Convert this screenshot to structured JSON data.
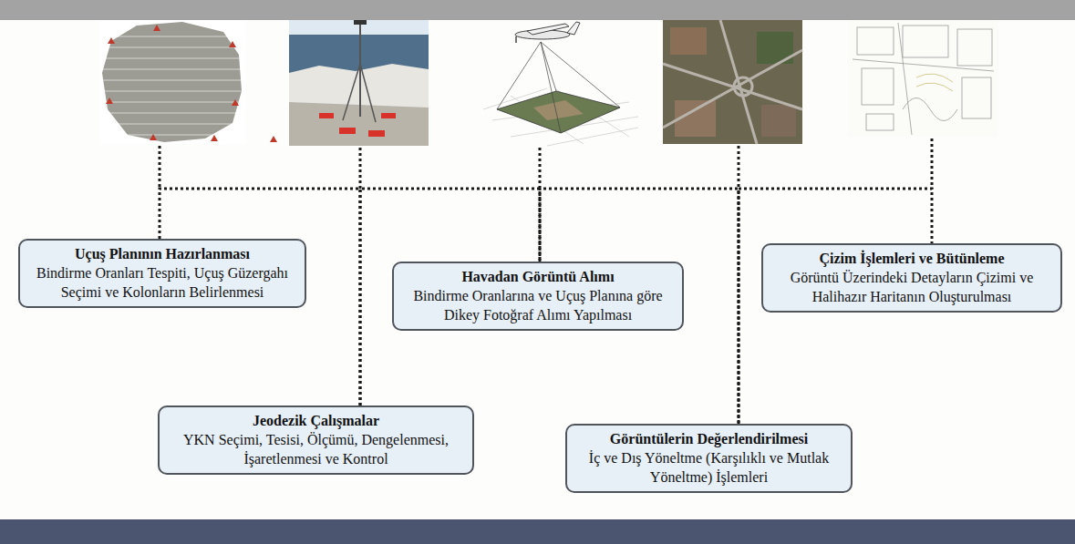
{
  "diagram": {
    "nodes": [
      {
        "text": [
          "Uçuş Planının Hazırlanması",
          "Bindirme Oranları Tespiti, Uçuş Güzergahı Seçimi ve Kolonların Belirlenmesi"
        ]
      },
      {
        "text": [
          "Jeodezik Çalışmalar",
          "YKN Seçimi, Tesisi, Ölçümü, Dengelenmesi, İşaretlenmesi ve Kontrol"
        ]
      },
      {
        "text": [
          "Havadan Görüntü Alımı",
          "Bindirme Oranlarına ve Uçuş Planına göre Dikey Fotoğraf Alımı Yapılması"
        ]
      },
      {
        "text": [
          "Görüntülerin Değerlendirilmesi",
          "İç ve Dış Yöneltme (Karşılıklı ve Mutlak Yöneltme) İşlemleri"
        ]
      },
      {
        "text": [
          "Çizim İşlemleri ve Bütünleme",
          "Görüntü Üzerindeki Detayların Çizimi ve Halihazır Haritanın Oluşturulması"
        ]
      }
    ],
    "edges": [
      {
        "from": 0,
        "to": 1,
        "arrow": "none"
      },
      {
        "from": 1,
        "to": 2,
        "arrow": "none"
      },
      {
        "from": 2,
        "to": 3,
        "arrow": "none"
      },
      {
        "from": 3,
        "to": 4,
        "arrow": "none"
      }
    ]
  }
}
